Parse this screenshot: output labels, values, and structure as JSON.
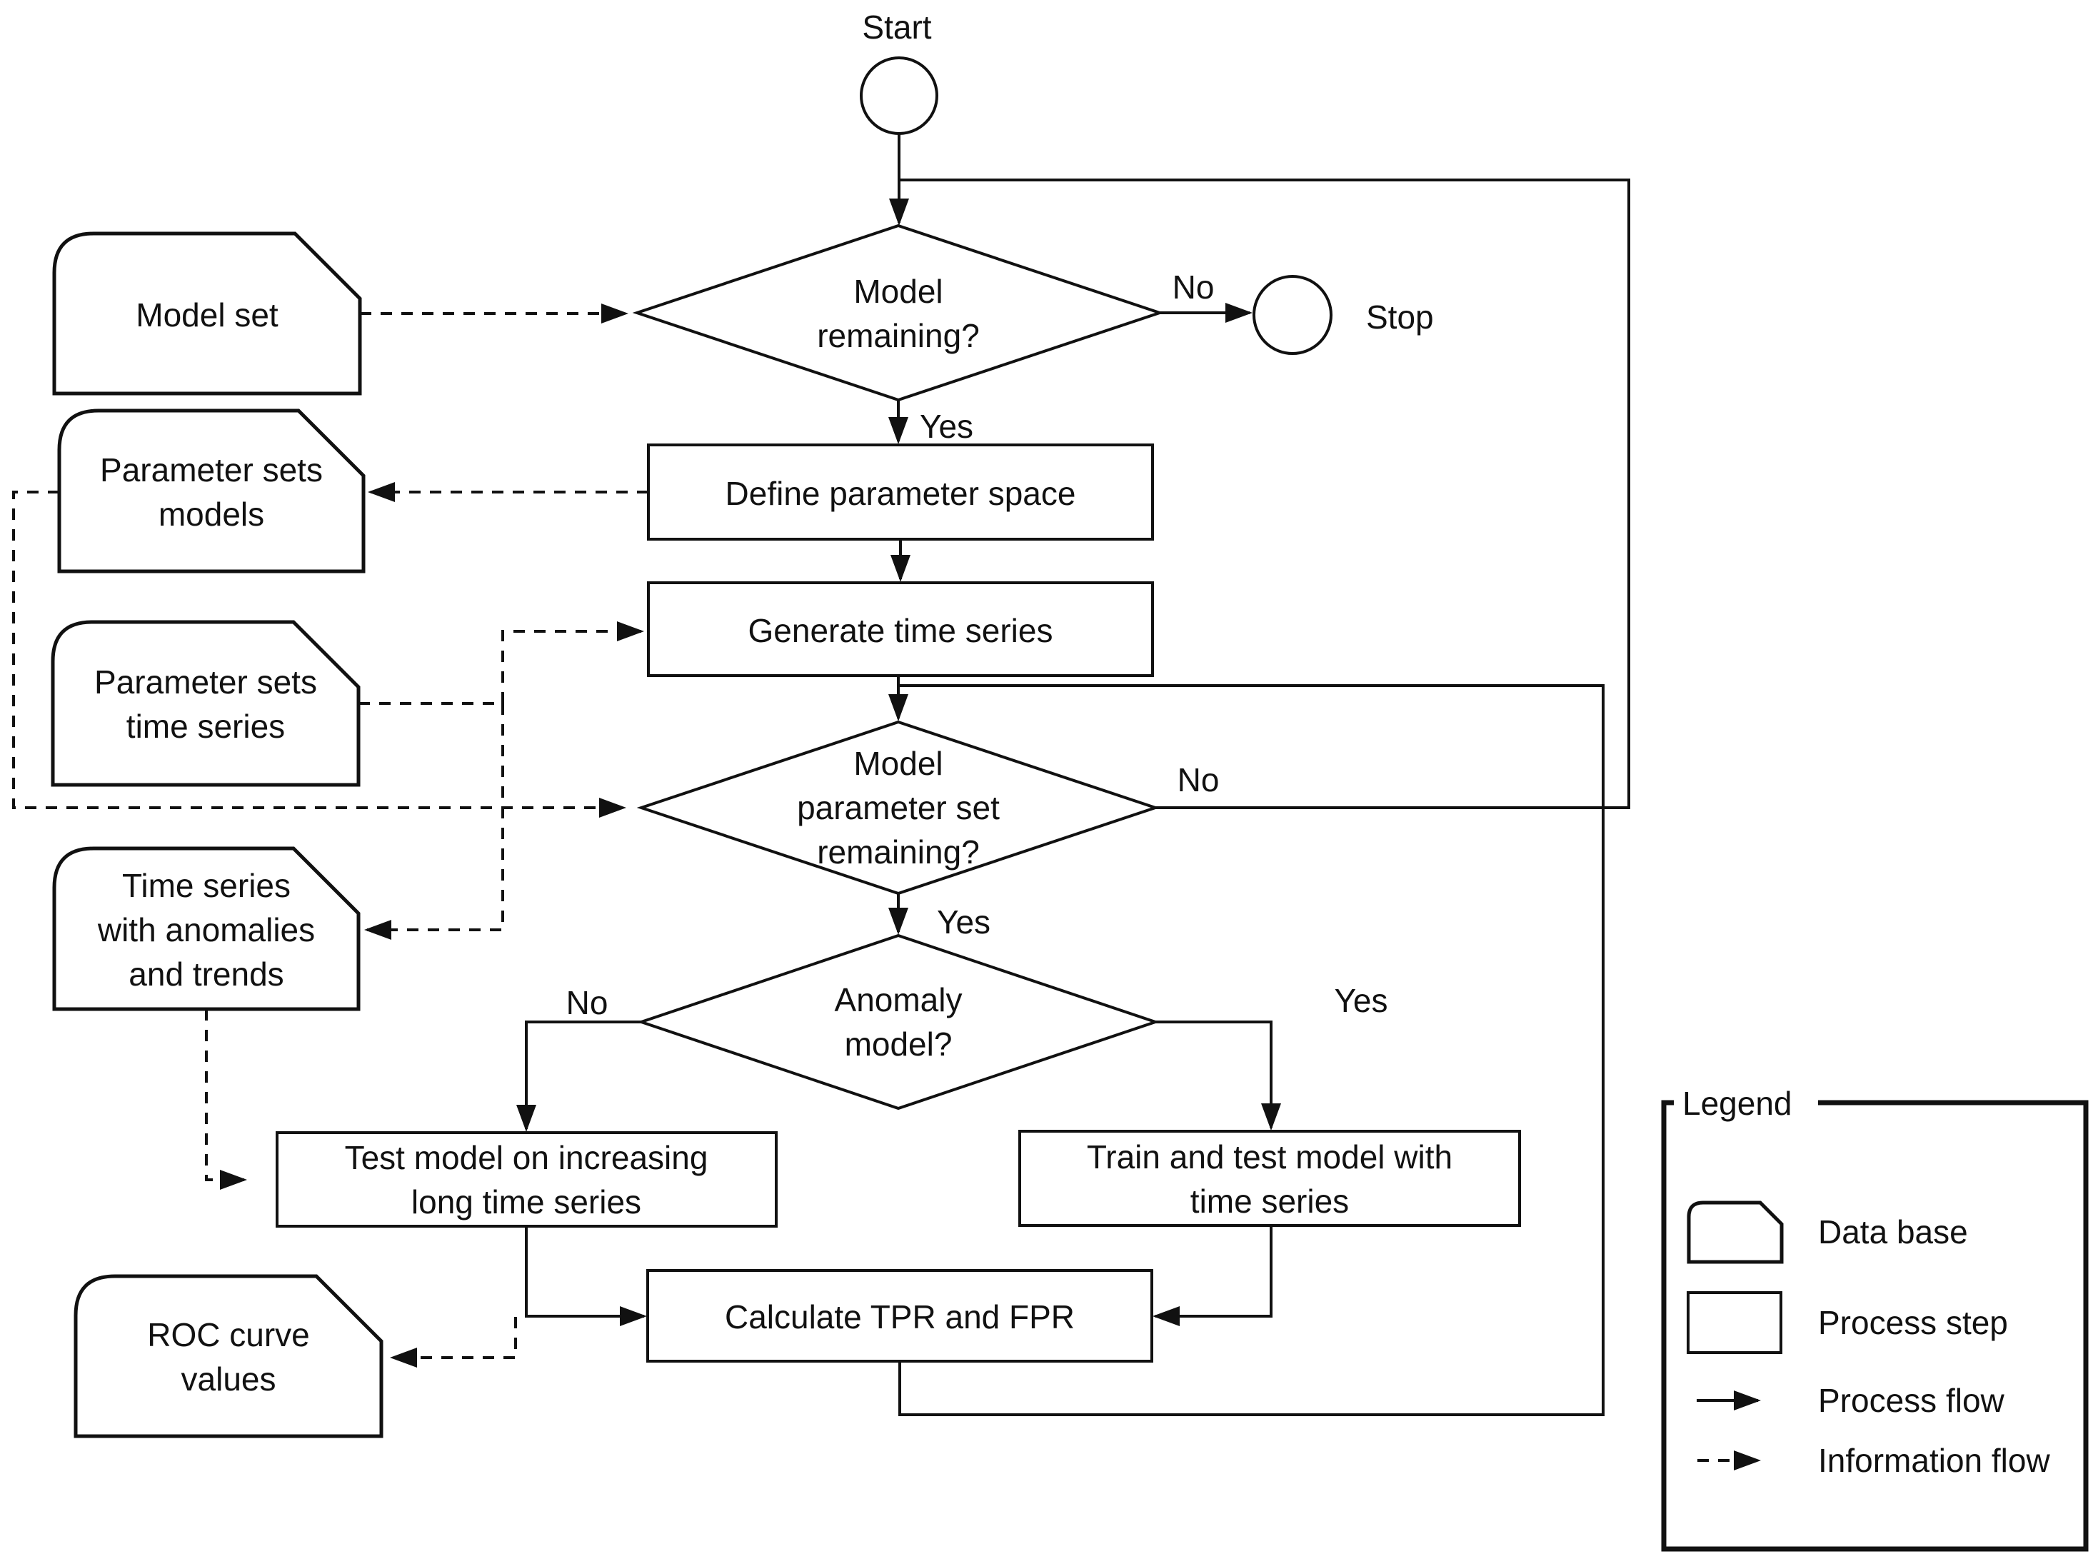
{
  "diagram": {
    "nodes": {
      "start": {
        "type": "terminator",
        "label": "Start"
      },
      "stop": {
        "type": "terminator",
        "label": "Stop"
      },
      "model_remaining": {
        "type": "decision",
        "lines": [
          "Model",
          "remaining?"
        ]
      },
      "define_parameter_space": {
        "type": "process",
        "lines": [
          "Define parameter space"
        ]
      },
      "generate_time_series": {
        "type": "process",
        "lines": [
          "Generate time series"
        ]
      },
      "model_parameter_set_remaining": {
        "type": "decision",
        "lines": [
          "Model",
          "parameter set",
          "remaining?"
        ]
      },
      "anomaly_model": {
        "type": "decision",
        "lines": [
          "Anomaly",
          "model?"
        ]
      },
      "test_model": {
        "type": "process",
        "lines": [
          "Test model on increasing",
          "long time series"
        ]
      },
      "train_test_model": {
        "type": "process",
        "lines": [
          "Train and test model with",
          "time series"
        ]
      },
      "calculate_tpr_fpr": {
        "type": "process",
        "lines": [
          "Calculate TPR and FPR"
        ]
      },
      "model_set": {
        "type": "database",
        "lines": [
          "Model set"
        ]
      },
      "parameter_sets_models": {
        "type": "database",
        "lines": [
          "Parameter sets",
          "models"
        ]
      },
      "parameter_sets_time_series": {
        "type": "database",
        "lines": [
          "Parameter sets",
          "time series"
        ]
      },
      "time_series_anomalies": {
        "type": "database",
        "lines": [
          "Time series",
          "with anomalies",
          "and trends"
        ]
      },
      "roc_curve_values": {
        "type": "database",
        "lines": [
          "ROC curve",
          "values"
        ]
      }
    },
    "edge_labels": {
      "d1_no": "No",
      "d1_yes": "Yes",
      "d2_no": "No",
      "d2_yes": "Yes",
      "d3_no": "No",
      "d3_yes": "Yes"
    },
    "edges": [
      {
        "from": "start",
        "to": "model_remaining",
        "type": "process"
      },
      {
        "from": "model_remaining",
        "to": "stop",
        "label": "No",
        "type": "process"
      },
      {
        "from": "model_remaining",
        "to": "define_parameter_space",
        "label": "Yes",
        "type": "process"
      },
      {
        "from": "define_parameter_space",
        "to": "generate_time_series",
        "type": "process"
      },
      {
        "from": "generate_time_series",
        "to": "model_parameter_set_remaining",
        "type": "process"
      },
      {
        "from": "model_parameter_set_remaining",
        "to": "anomaly_model",
        "label": "Yes",
        "type": "process"
      },
      {
        "from": "model_parameter_set_remaining",
        "to": "model_remaining",
        "label": "No",
        "type": "process"
      },
      {
        "from": "anomaly_model",
        "to": "test_model",
        "label": "No",
        "type": "process"
      },
      {
        "from": "anomaly_model",
        "to": "train_test_model",
        "label": "Yes",
        "type": "process"
      },
      {
        "from": "test_model",
        "to": "calculate_tpr_fpr",
        "type": "process"
      },
      {
        "from": "train_test_model",
        "to": "calculate_tpr_fpr",
        "type": "process"
      },
      {
        "from": "calculate_tpr_fpr",
        "to": "model_parameter_set_remaining",
        "type": "process"
      },
      {
        "from": "model_set",
        "to": "model_remaining",
        "type": "information"
      },
      {
        "from": "define_parameter_space",
        "to": "parameter_sets_models",
        "type": "information"
      },
      {
        "from": "parameter_sets_models",
        "to": "model_parameter_set_remaining",
        "type": "information"
      },
      {
        "from": "parameter_sets_time_series",
        "to": "generate_time_series",
        "type": "information"
      },
      {
        "from": "generate_time_series",
        "to": "time_series_anomalies",
        "type": "information"
      },
      {
        "from": "time_series_anomalies",
        "to": "test_model",
        "type": "information"
      },
      {
        "from": "calculate_tpr_fpr",
        "to": "roc_curve_values",
        "type": "information"
      }
    ],
    "legend": {
      "title": "Legend",
      "items": [
        {
          "symbol": "database",
          "label": "Data base"
        },
        {
          "symbol": "process",
          "label": "Process step"
        },
        {
          "symbol": "solid-arrow",
          "label": "Process flow"
        },
        {
          "symbol": "dashed-arrow",
          "label": "Information flow"
        }
      ]
    },
    "colors": {
      "background": "#ffffff",
      "stroke": "#111111",
      "text": "#111111"
    }
  }
}
